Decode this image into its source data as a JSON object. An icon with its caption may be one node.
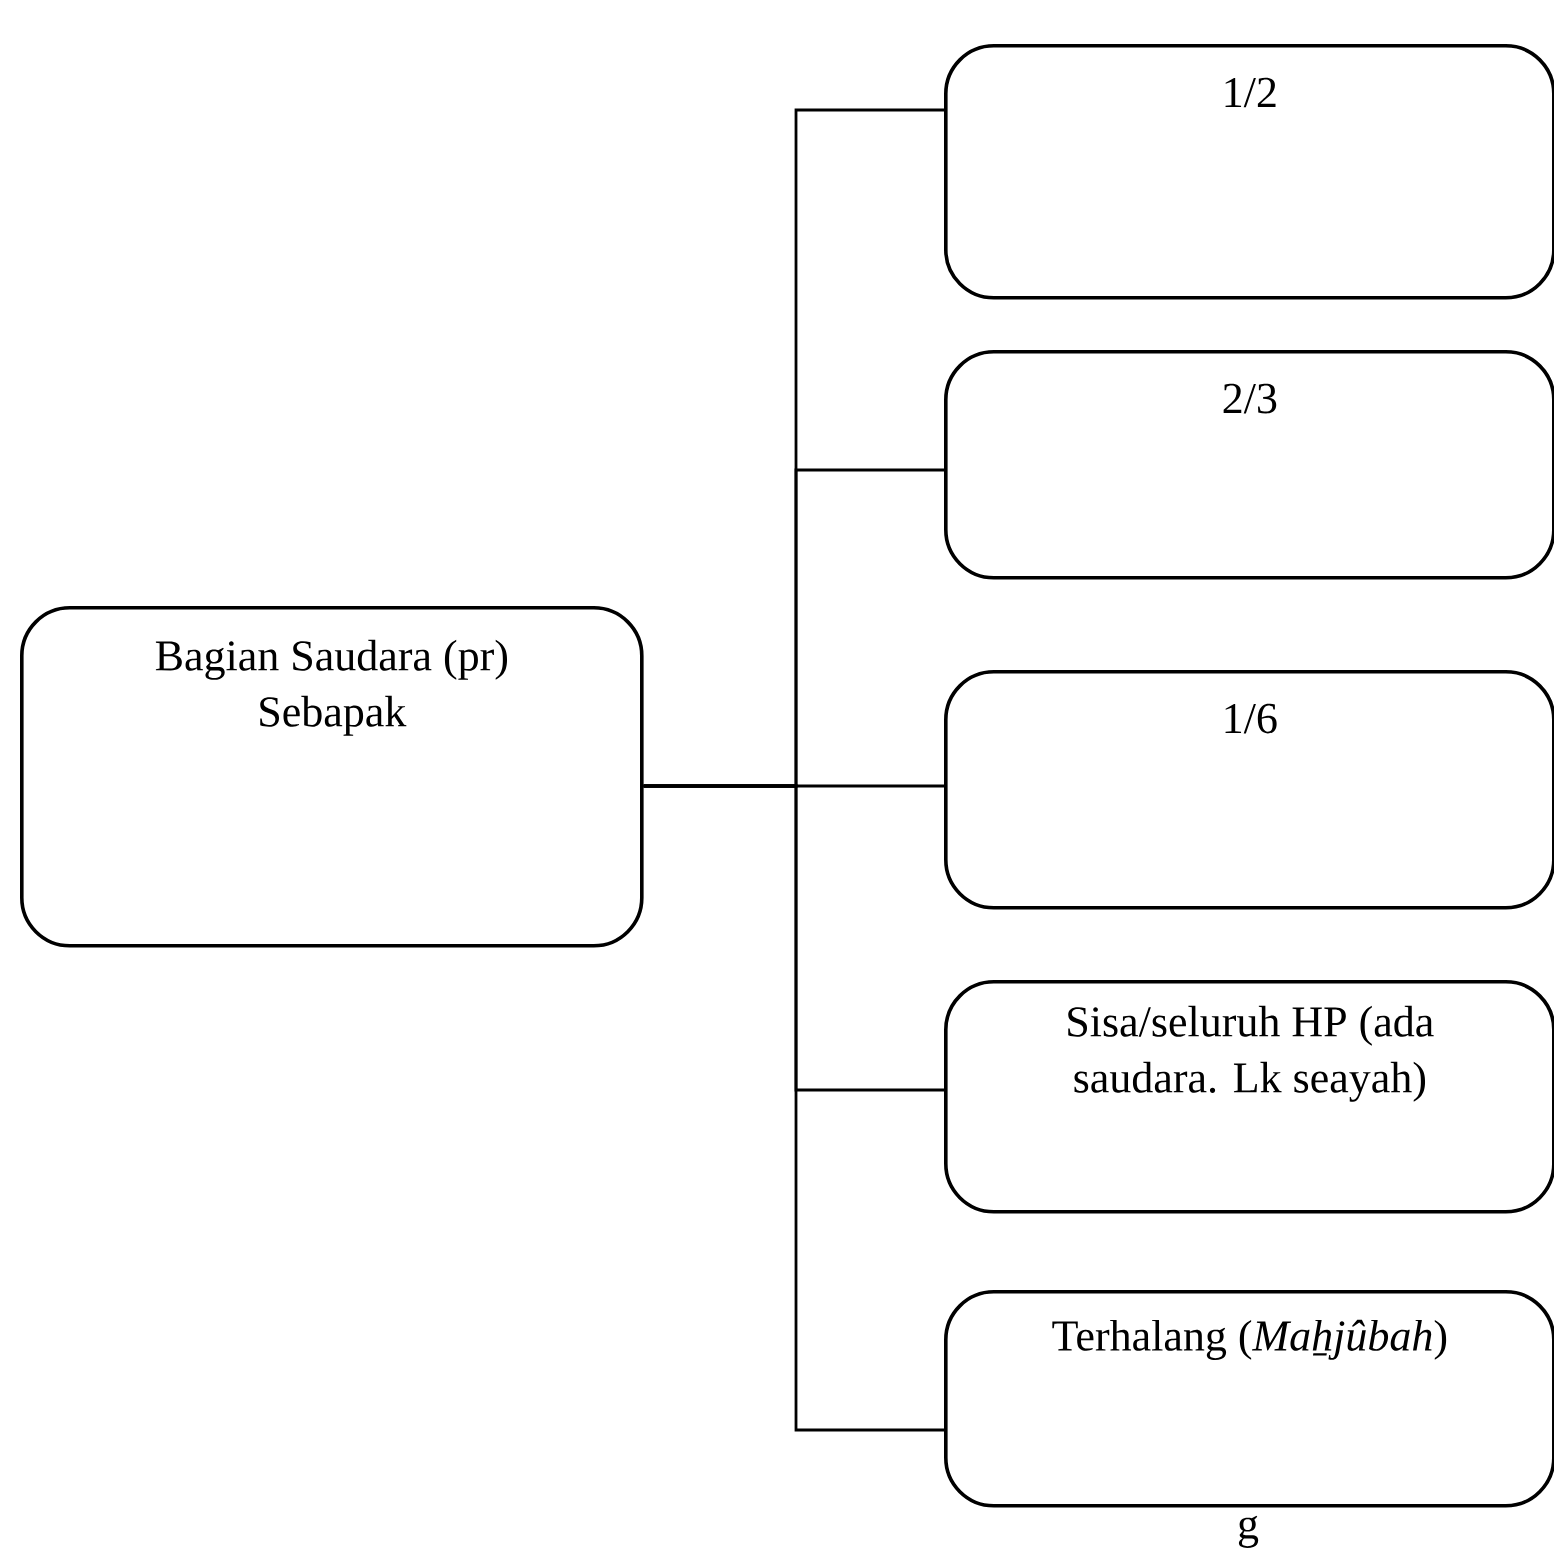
{
  "diagram": {
    "nodes": [
      {
        "text": [
          "Bagian Saudara (pr) Sebapak"
        ]
      },
      {
        "text": [
          "1/2"
        ]
      },
      {
        "text": [
          "2/3"
        ]
      },
      {
        "text": [
          "1/6"
        ]
      },
      {
        "text": [
          "Sisa/seluruh HP (ada saudara. Lk seayah)"
        ]
      },
      {
        "text": [
          "Terhalang (*Maẖjûbah*)"
        ],
        "beside": [
          "g"
        ]
      }
    ],
    "edges": [
      {
        "from": 0,
        "to": 1,
        "arrow": "none"
      },
      {
        "from": 0,
        "to": 2,
        "arrow": "none"
      },
      {
        "from": 0,
        "to": 3,
        "arrow": "none"
      },
      {
        "from": 0,
        "to": 4,
        "arrow": "none"
      },
      {
        "from": 0,
        "to": 5,
        "arrow": "none"
      }
    ]
  }
}
